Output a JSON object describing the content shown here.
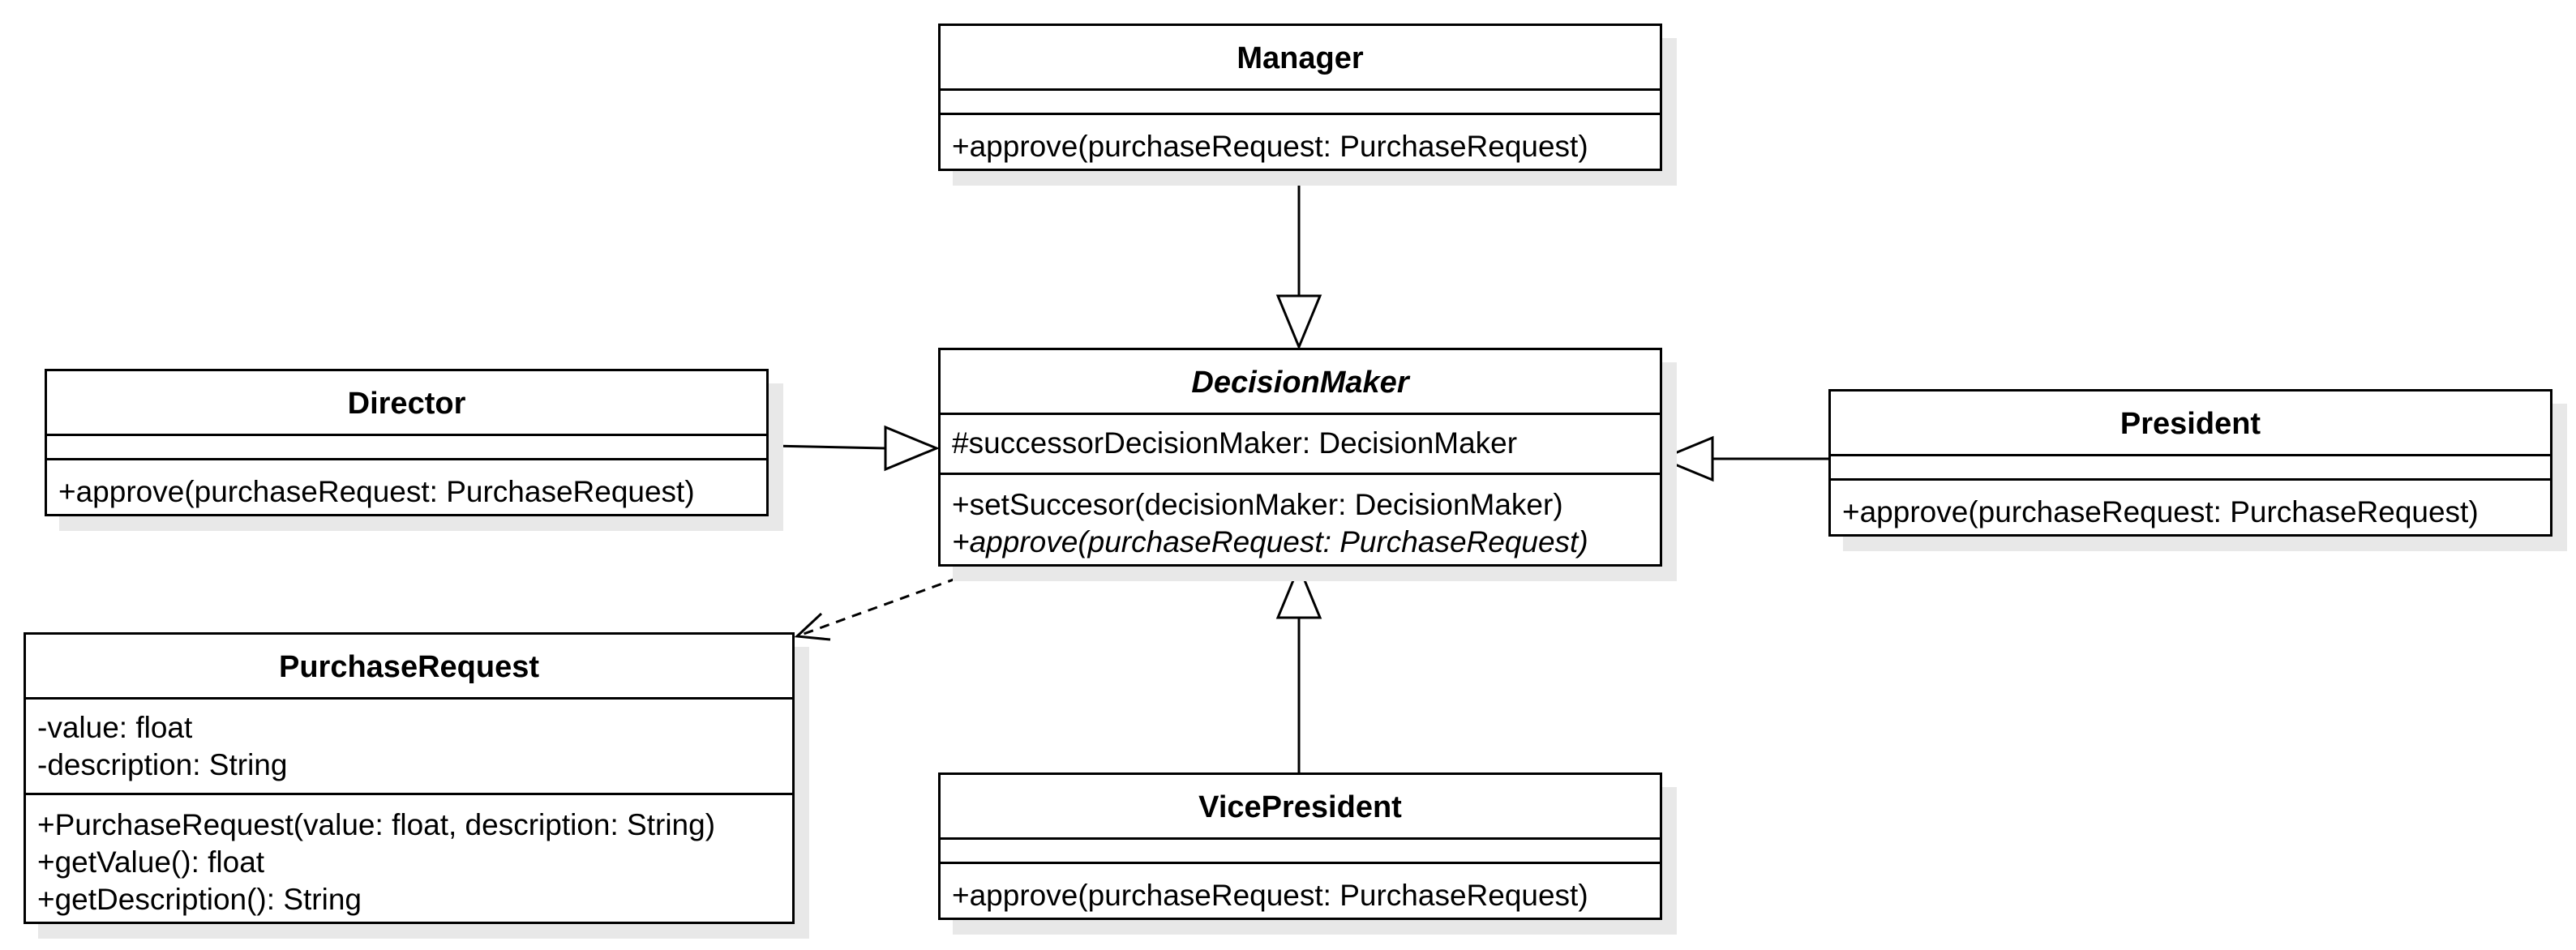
{
  "classes": {
    "manager": {
      "name": "Manager",
      "attributes": [],
      "operations": [
        "+approve(purchaseRequest: PurchaseRequest)"
      ]
    },
    "decisionMaker": {
      "name": "DecisionMaker",
      "abstract": true,
      "attributes": [
        "#successorDecisionMaker: DecisionMaker"
      ],
      "operations": [
        "+setSuccesor(decisionMaker: DecisionMaker)",
        "+approve(purchaseRequest: PurchaseRequest)"
      ],
      "abstract_operations": [
        false,
        true
      ]
    },
    "director": {
      "name": "Director",
      "attributes": [],
      "operations": [
        "+approve(purchaseRequest: PurchaseRequest)"
      ]
    },
    "president": {
      "name": "President",
      "attributes": [],
      "operations": [
        "+approve(purchaseRequest: PurchaseRequest)"
      ]
    },
    "purchaseRequest": {
      "name": "PurchaseRequest",
      "attributes": [
        "-value: float",
        "-description: String"
      ],
      "operations": [
        "+PurchaseRequest(value: float, description: String)",
        "+getValue(): float",
        "+getDescription(): String"
      ]
    },
    "vicePresident": {
      "name": "VicePresident",
      "attributes": [],
      "operations": [
        "+approve(purchaseRequest: PurchaseRequest)"
      ]
    }
  },
  "relationships": [
    {
      "type": "generalization",
      "from": "Manager",
      "to": "DecisionMaker"
    },
    {
      "type": "generalization",
      "from": "Director",
      "to": "DecisionMaker"
    },
    {
      "type": "generalization",
      "from": "President",
      "to": "DecisionMaker"
    },
    {
      "type": "generalization",
      "from": "VicePresident",
      "to": "DecisionMaker"
    },
    {
      "type": "dependency",
      "from": "DecisionMaker",
      "to": "PurchaseRequest"
    }
  ],
  "colors": {
    "line": "#000000",
    "shadow": "#e8e8e8",
    "fill": "#ffffff"
  }
}
